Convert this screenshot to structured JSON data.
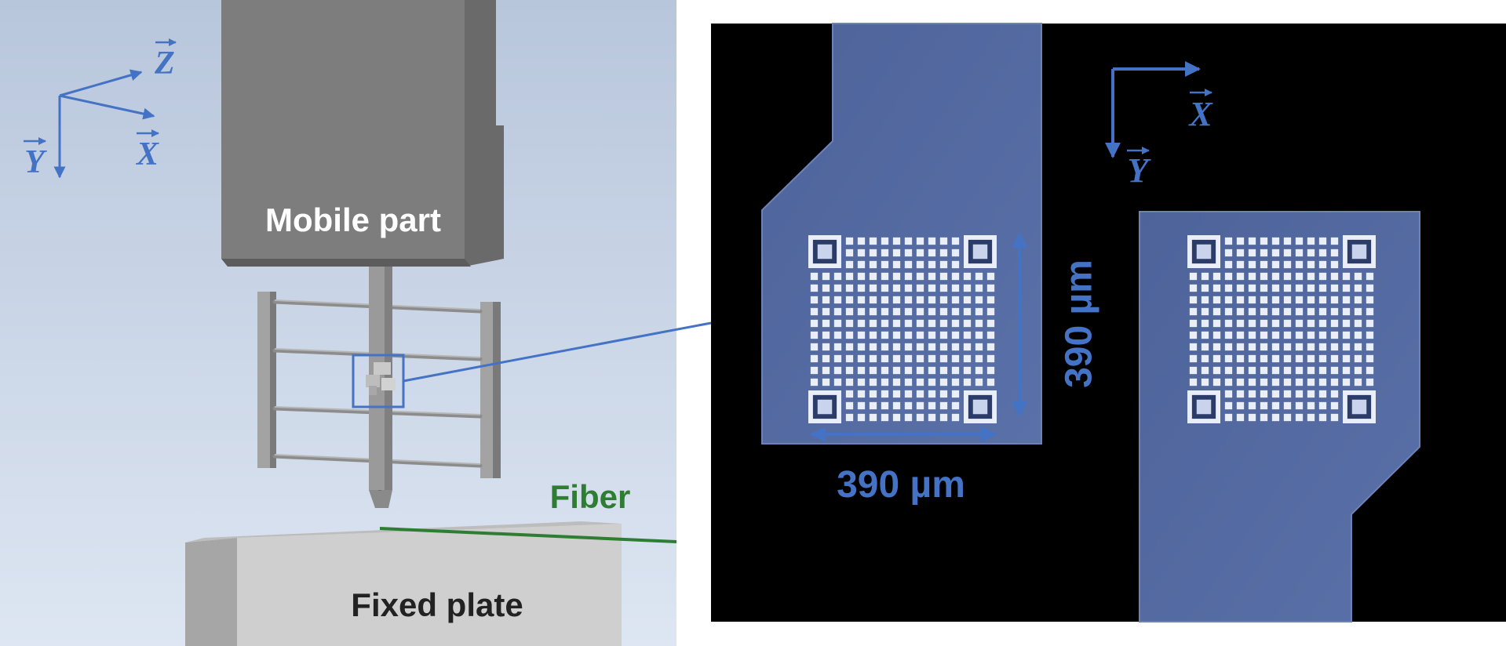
{
  "left_panel": {
    "mobile_part_label": "Mobile part",
    "fixed_plate_label": "Fixed plate",
    "fiber_label": "Fiber",
    "axes": {
      "z": "Z",
      "x": "X",
      "y": "Y"
    }
  },
  "right_panel": {
    "axes": {
      "x": "X",
      "y": "Y"
    },
    "width_dimension": "390 µm",
    "height_dimension": "390 µm",
    "grid_size": 16
  },
  "colors": {
    "accent_blue": "#4472c4",
    "fiber_green": "#2e7d32",
    "micrograph_background": "#000000",
    "pad_blue": "#5068a0"
  }
}
